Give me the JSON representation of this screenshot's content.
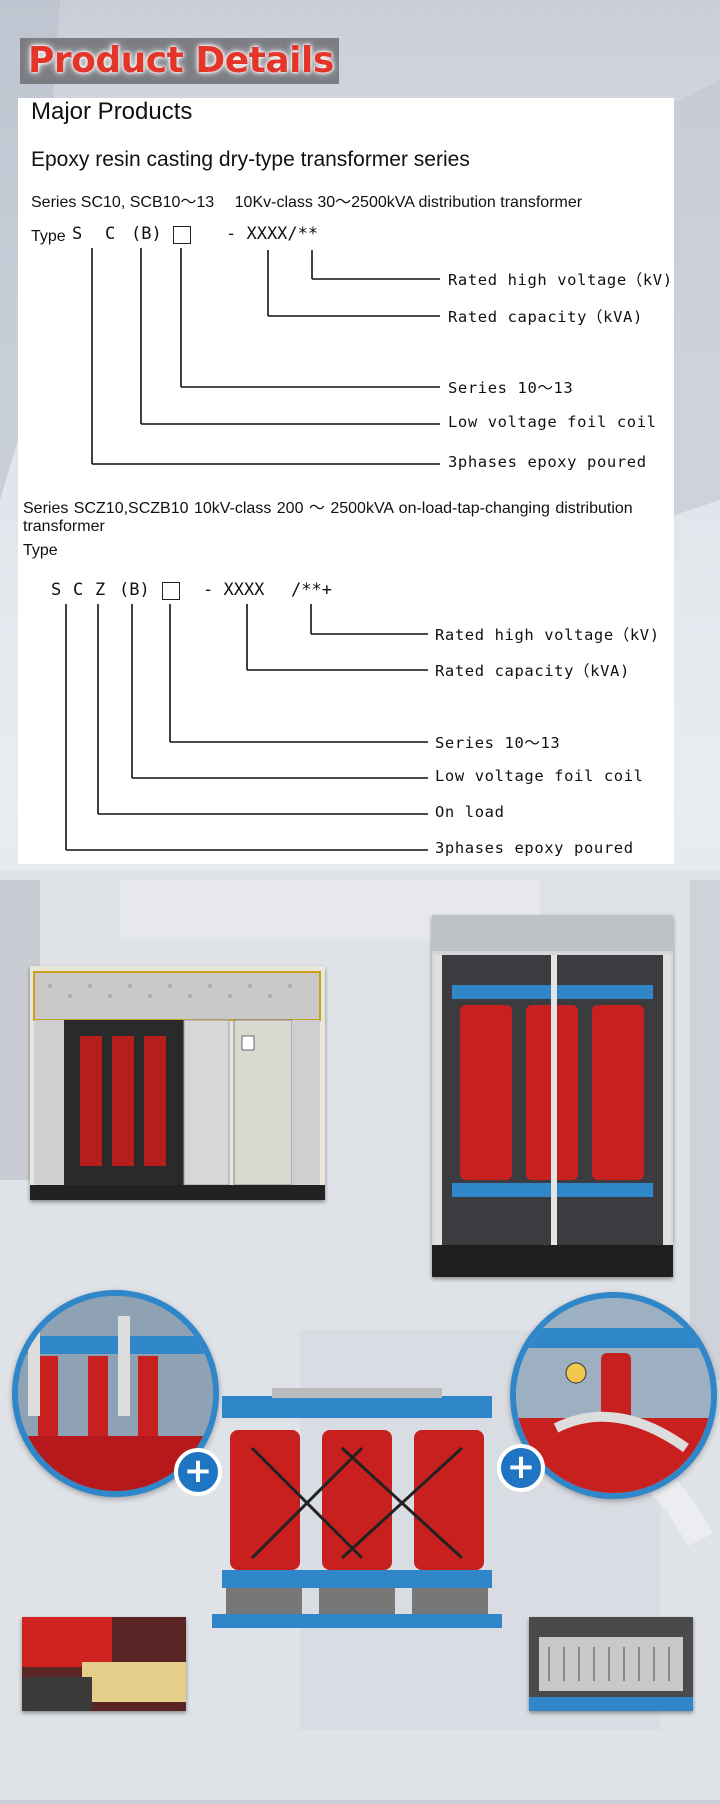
{
  "header": {
    "title": "Product Details"
  },
  "section1": {
    "major_title": "Major Products",
    "series_title": "Epoxy resin casting dry-type transformer series",
    "series_line": "Series SC10, SCB10～13　 10Kv-class 30～2500kVA distribution transformer",
    "type_label": "Type",
    "code": {
      "s": "S",
      "c": "C",
      "b": "(B)",
      "suffix": "- XXXX/**"
    },
    "labels": [
      "Rated high voltage（kV)",
      "Rated capacity（kVA)",
      "Series 10～13",
      "Low voltage foil coil",
      "3phases epoxy poured"
    ]
  },
  "section2": {
    "series_line_1": "Series  SCZ10,SCZB10  10kV-class  200 ～ 2500kVA  on-load-tap-changing  distribution",
    "series_line_2": "transformer",
    "type_label": "Type",
    "code": {
      "s": "S",
      "c": "C",
      "z": "Z",
      "b": "(B)",
      "dash": "- XXXX",
      "suffix": "/**+"
    },
    "labels": [
      "Rated high voltage（kV)",
      "Rated capacity（kVA)",
      "Series 10～13",
      "Low voltage foil coil",
      "On load",
      "3phases epoxy poured"
    ]
  },
  "colors": {
    "title_red": "#e3352a",
    "coil_red": "#c8201f",
    "frame_blue": "#2f86c8"
  }
}
